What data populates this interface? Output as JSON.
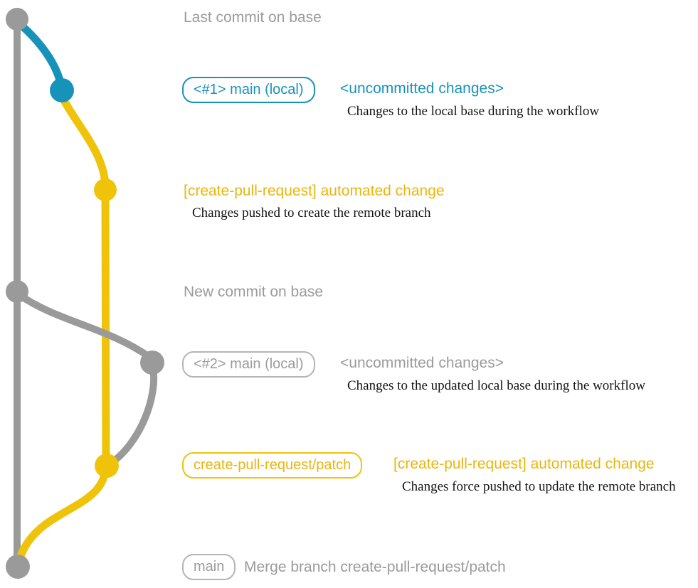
{
  "colors": {
    "base_gray": "#9a9a9a",
    "text_gray": "#9b9b9b",
    "teal": "#1793ba",
    "yellow_line": "#f0c30b",
    "yellow_text": "#eab60d",
    "note_ink": "#141414"
  },
  "graph": {
    "branches": [
      {
        "name": "base",
        "color": "#9a9a9a"
      },
      {
        "name": "main (local)",
        "color": "#1793ba"
      },
      {
        "name": "create-pull-request/patch",
        "color": "#f0c30b"
      }
    ]
  },
  "annotations": {
    "last_commit": {
      "label": "Last commit on base"
    },
    "row1": {
      "badge": "<#1> main (local)",
      "status": "<uncommitted changes>",
      "note": "Changes to the local base during the workflow"
    },
    "row2": {
      "label": "[create-pull-request] automated change",
      "note": "Changes pushed to create the remote branch"
    },
    "new_commit": {
      "label": "New commit on base"
    },
    "row3": {
      "badge": "<#2> main (local)",
      "status": "<uncommitted changes>",
      "note": "Changes to the updated local base during the workflow"
    },
    "row4": {
      "badge": "create-pull-request/patch",
      "label": "[create-pull-request] automated change",
      "note": "Changes force pushed to update the remote branch"
    },
    "row5": {
      "badge": "main",
      "label": "Merge branch create-pull-request/patch"
    }
  }
}
